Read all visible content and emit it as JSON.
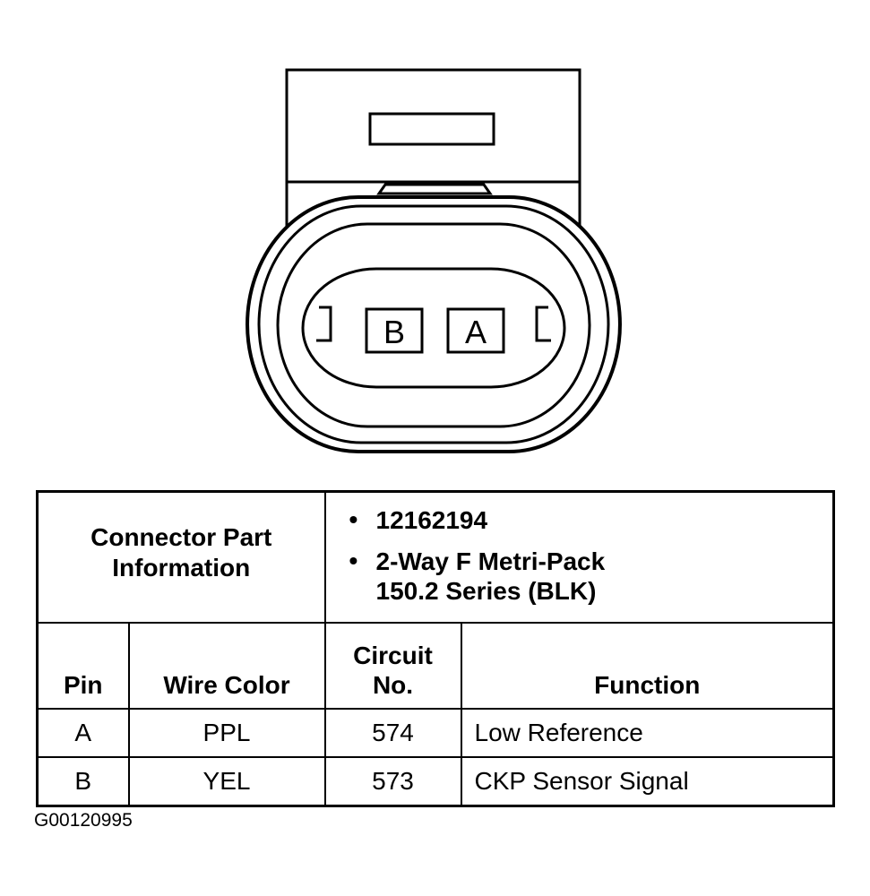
{
  "connector": {
    "pins": [
      {
        "label": "B"
      },
      {
        "label": "A"
      }
    ]
  },
  "part_info": {
    "heading": "Connector Part Information",
    "bullet": "•",
    "items": [
      "12162194",
      "2-Way F Metri-Pack 150.2 Series (BLK)"
    ]
  },
  "pin_table": {
    "headers": {
      "pin": "Pin",
      "wire_color": "Wire Color",
      "circuit_no": "Circuit No.",
      "function": "Function"
    },
    "rows": [
      {
        "pin": "A",
        "wire_color": "PPL",
        "circuit_no": "574",
        "function": "Low Reference"
      },
      {
        "pin": "B",
        "wire_color": "YEL",
        "circuit_no": "573",
        "function": "CKP Sensor Signal"
      }
    ]
  },
  "figure_id": "G00120995"
}
